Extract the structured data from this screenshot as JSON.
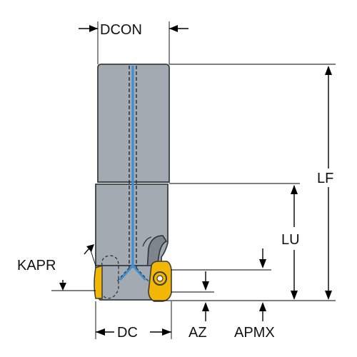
{
  "labels": {
    "dcon": "DCON",
    "lf": "LF",
    "lu": "LU",
    "kapr": "KAPR",
    "dc": "DC",
    "az": "AZ",
    "apmx": "APMX"
  },
  "colors": {
    "body_gray": "#a3aab2",
    "body_edge": "#3a3f45",
    "coolant_blue": "#3e8fd1",
    "insert_yellow": "#f2b705",
    "insert_dark": "#3b3b3b"
  },
  "icons": {
    "cutting_insert": "insert-icon",
    "coolant_channel": "coolant-channel-icon"
  }
}
